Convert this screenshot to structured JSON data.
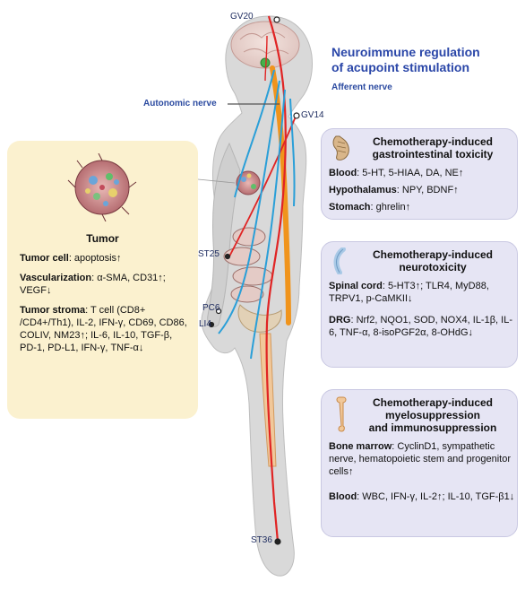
{
  "title": {
    "line1": "Neuroimmune regulation",
    "line2": "of acupoint stimulation"
  },
  "nerves": {
    "afferent": "Afferent nerve",
    "autonomic": "Autonomic nerve"
  },
  "acupoints": {
    "gv20": "GV20",
    "gv14": "GV14",
    "st25": "ST25",
    "pc6": "PC6",
    "li4": "LI4",
    "st36": "ST36"
  },
  "tumor": {
    "heading": "Tumor",
    "rows": [
      {
        "key": "Tumor cell",
        "text": ": apoptosis↑"
      },
      {
        "key": "Vascularization",
        "text": ": α-SMA, CD31↑; VEGF↓"
      },
      {
        "key": "Tumor stroma",
        "text": ": T cell (CD8+ /CD4+/Th1), IL-2, IFN-γ, CD69, CD86, COLIV, NM23↑; IL-6, IL-10, TGF-β, PD-1, PD-L1, IFN-γ, TNF-α↓"
      }
    ]
  },
  "gi": {
    "title1": "Chemotherapy-induced",
    "title2": "gastrointestinal toxicity",
    "rows": [
      {
        "key": "Blood",
        "text": ": 5-HT, 5-HIAA, DA, NE↑"
      },
      {
        "key": "Hypothalamus",
        "text": ": NPY, BDNF↑"
      },
      {
        "key": "Stomach",
        "text": ": ghrelin↑"
      }
    ]
  },
  "neuro": {
    "title1": "Chemotherapy-induced",
    "title2": "neurotoxicity",
    "rows": [
      {
        "key": "Spinal cord",
        "text": ": 5-HT3↑; TLR4, MyD88, TRPV1, p-CaMKII↓"
      },
      {
        "key": "DRG",
        "text": ": Nrf2, NQO1, SOD, NOX4, IL-1β, IL-6, TNF-α, 8-isoPGF2α, 8-OHdG↓"
      }
    ]
  },
  "myelo": {
    "title1": "Chemotherapy-induced",
    "title2": "myelosuppression",
    "title3": "and immunosuppression",
    "rows": [
      {
        "key": "Bone marrow",
        "text": ": CyclinD1, sympathetic nerve, hematopoietic stem and progenitor cells↑"
      },
      {
        "key": "Blood",
        "text": ": WBC, IFN-γ, IL-2↑; IL-10, TGF-β1↓"
      }
    ]
  },
  "colors": {
    "afferent": "#e02424",
    "autonomic": "#2a9fd8",
    "spinal": "#f0941c",
    "body": "#d9d9d9",
    "tumor_panel": "#fbf1cf",
    "info_panel": "#e6e5f4"
  }
}
